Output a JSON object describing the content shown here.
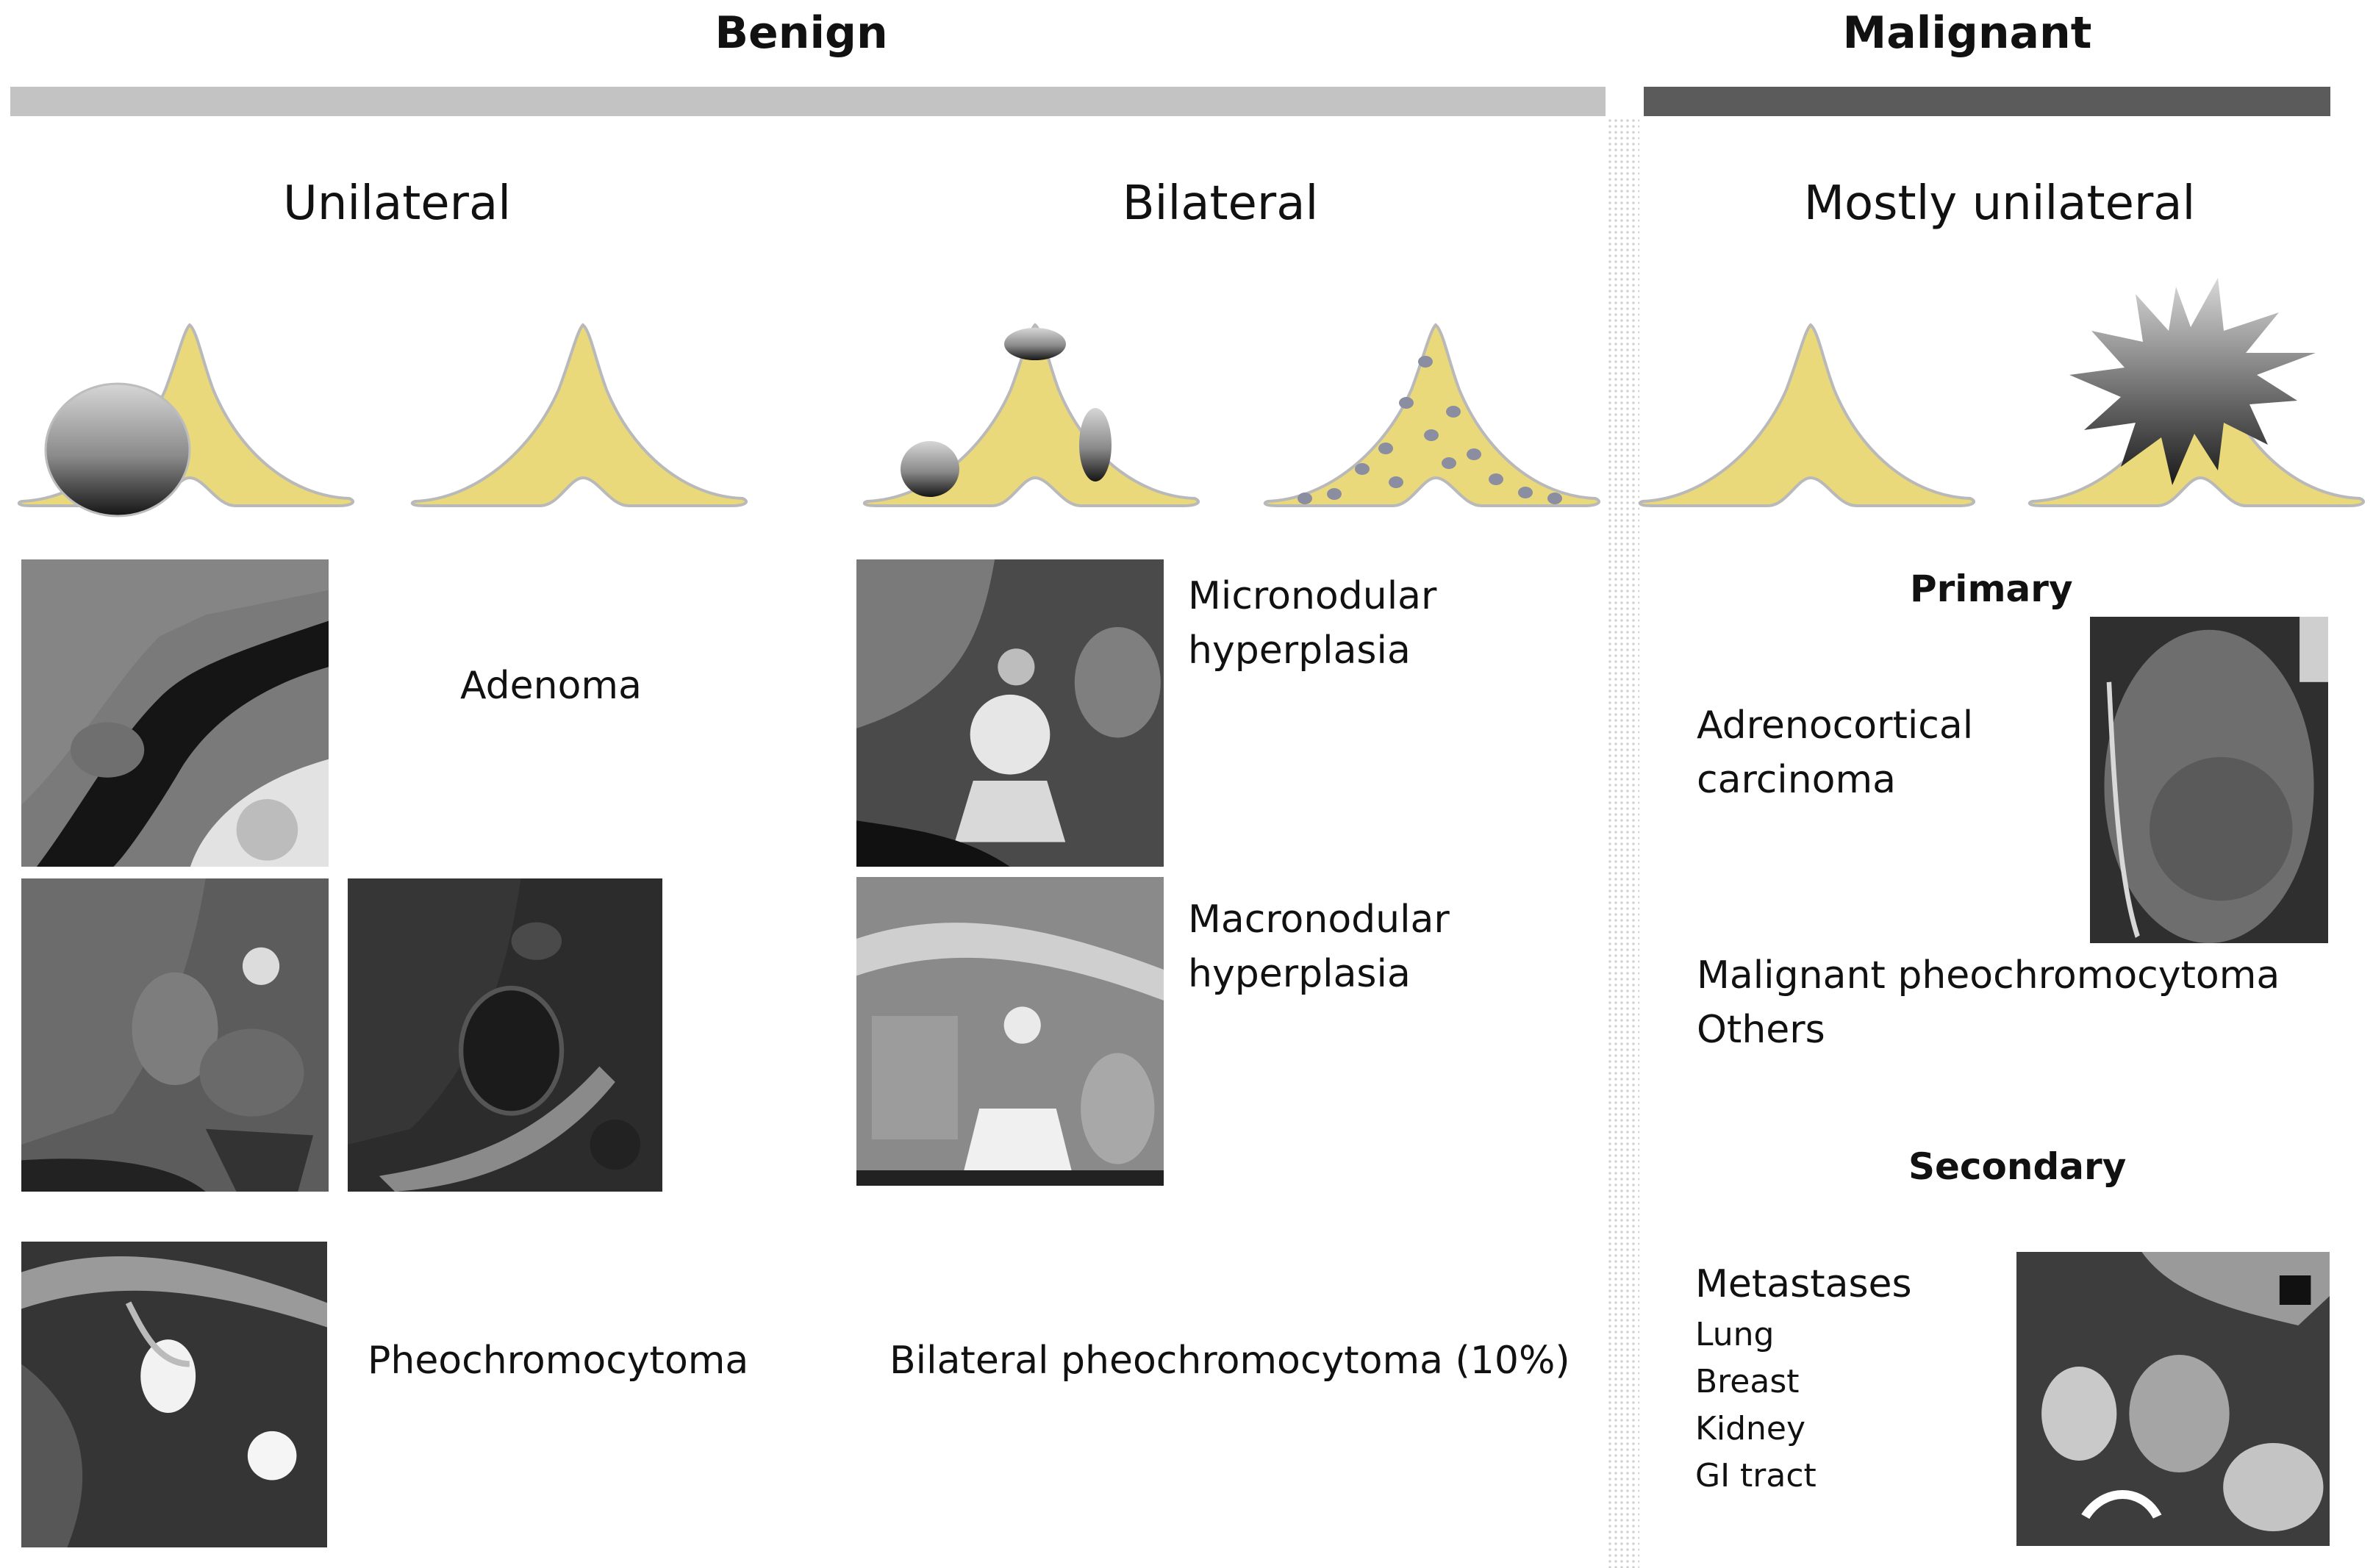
{
  "headers": {
    "benign": "Benign",
    "malignant": "Malignant"
  },
  "colors": {
    "benign_bar": "#c3c3c3",
    "malignant_bar": "#5b5b5b",
    "gland_fill": "#ead97a",
    "gland_stroke": "#b9b9b9"
  },
  "columns": {
    "unilateral": "Unilateral",
    "bilateral": "Bilateral",
    "mostly_unilateral": "Mostly unilateral"
  },
  "benign": {
    "adenoma": "Adenoma",
    "pheochromocytoma": "Pheochromocytoma",
    "micronodular_line1": "Micronodular",
    "micronodular_line2": "hyperplasia",
    "macronodular_line1": "Macronodular",
    "macronodular_line2": "hyperplasia",
    "bilateral_pheo": "Bilateral pheochromocytoma (10%)"
  },
  "malignant": {
    "primary": "Primary",
    "acc_line1": "Adrenocortical",
    "acc_line2": "carcinoma",
    "malignant_pheo": "Malignant pheochromocytoma",
    "others": "Others",
    "secondary": "Secondary",
    "metastases": "Metastases",
    "metastasis_sources": [
      "Lung",
      "Breast",
      "Kidney",
      "GI tract"
    ]
  },
  "icons": {
    "gland": "adrenal-gland-shape",
    "mass": "round-mass",
    "micronodules": "micronodule-dots",
    "macronodules": "macronodule-ovals",
    "carcinoma": "spiky-mass"
  }
}
